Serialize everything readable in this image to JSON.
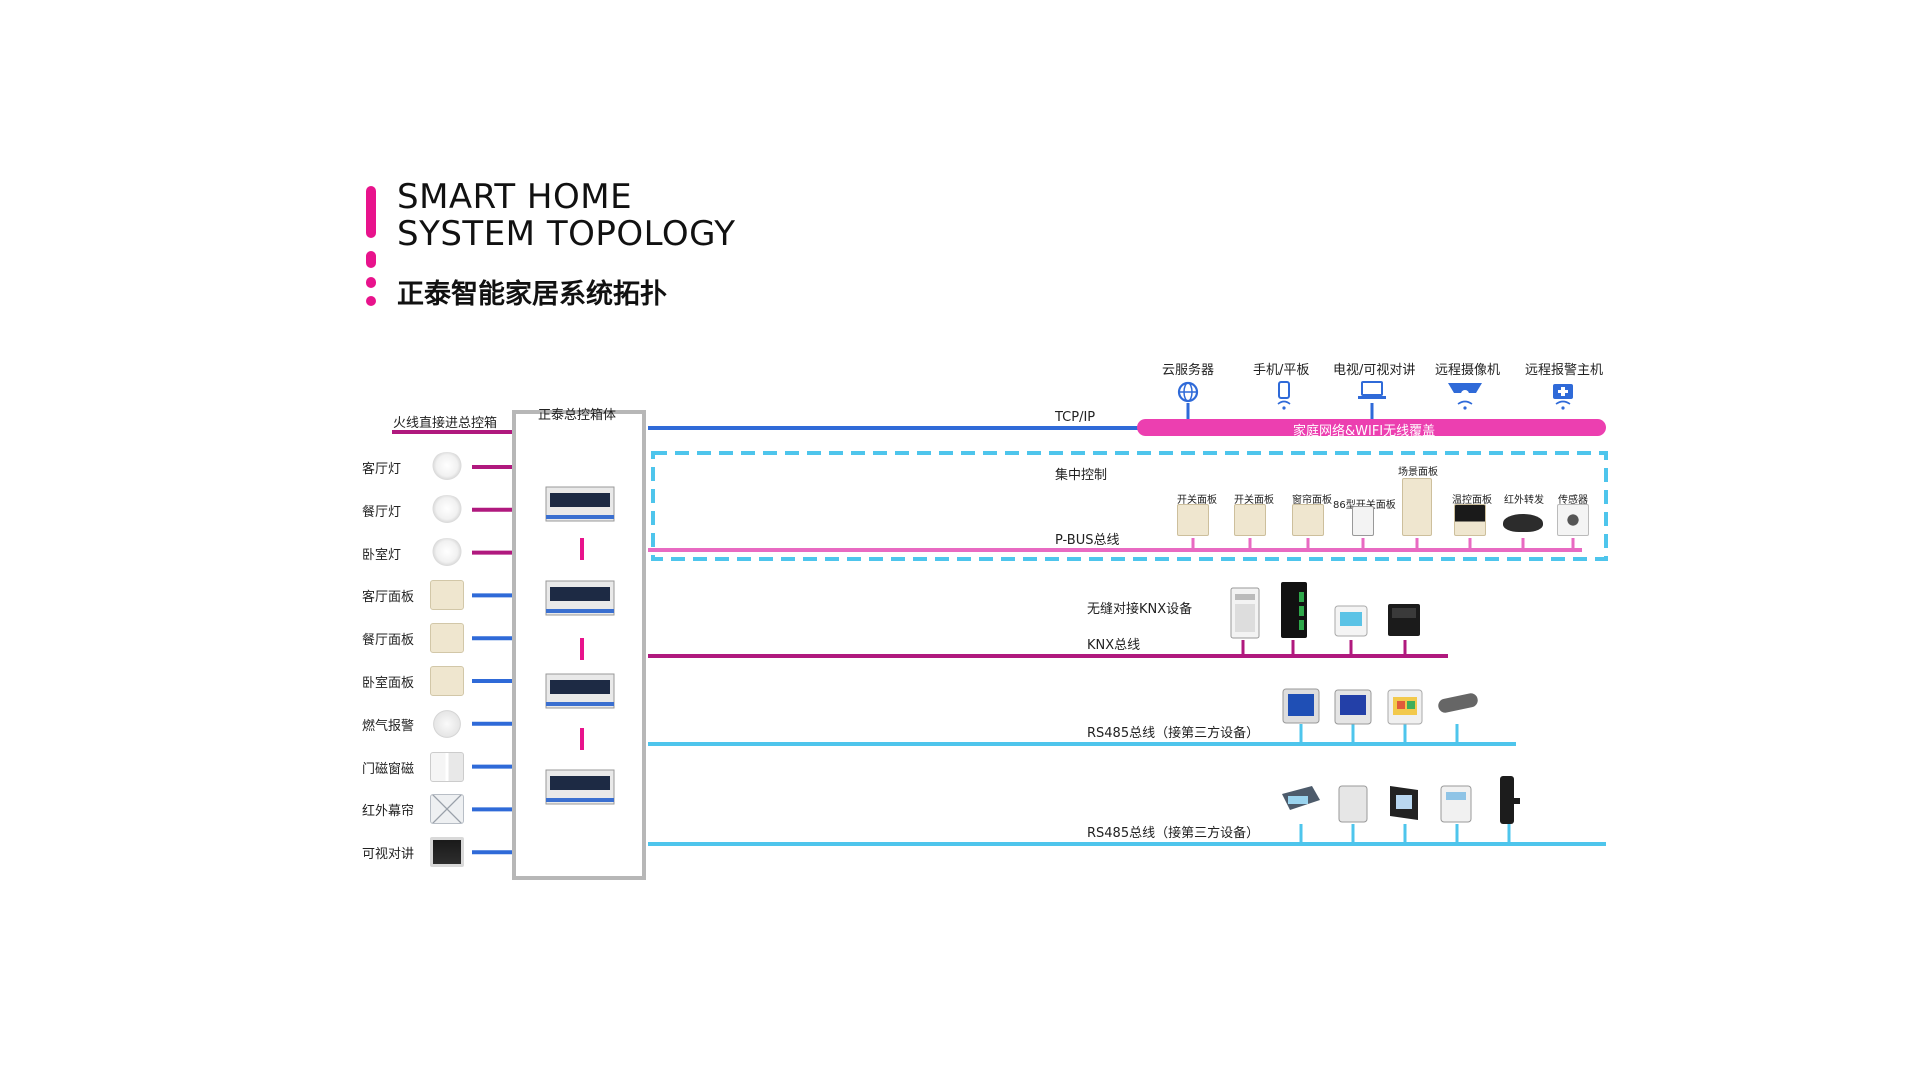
{
  "title": {
    "line1": "SMART HOME",
    "line2": "SYSTEM TOPOLOGY",
    "cn": "正泰智能家居系统拓扑"
  },
  "colors": {
    "magenta": "#b0197e",
    "pink": "#ec3fb0",
    "lightpink": "#e86ac2",
    "blue": "#2f6ad8",
    "cyan": "#4ec5ec",
    "accent": "#e8138c",
    "box": "#b7b7b7"
  },
  "left": {
    "feed_label": "火线直接进总控箱",
    "box_label": "正泰总控箱体",
    "items": [
      {
        "label": "客厅灯",
        "icon": "chandelier-icon"
      },
      {
        "label": "餐厅灯",
        "icon": "pendant-lamp-icon"
      },
      {
        "label": "卧室灯",
        "icon": "ceiling-lamp-icon"
      },
      {
        "label": "客厅面板",
        "icon": "switch-panel-icon"
      },
      {
        "label": "餐厅面板",
        "icon": "switch-panel-icon"
      },
      {
        "label": "卧室面板",
        "icon": "switch-panel-icon"
      },
      {
        "label": "燃气报警",
        "icon": "gas-detector-icon"
      },
      {
        "label": "门磁窗磁",
        "icon": "door-sensor-icon"
      },
      {
        "label": "红外幕帘",
        "icon": "infrared-curtain-icon"
      },
      {
        "label": "可视对讲",
        "icon": "intercom-icon"
      }
    ]
  },
  "network": {
    "tcp_label": "TCP/IP",
    "wifi_label": "家庭网络&WIFI无线覆盖",
    "devices": [
      {
        "label": "云服务器",
        "icon": "cloud-server-icon"
      },
      {
        "label": "手机/平板",
        "icon": "phone-icon"
      },
      {
        "label": "电视/可视对讲",
        "icon": "laptop-icon"
      },
      {
        "label": "远程摄像机",
        "icon": "camera-icon"
      },
      {
        "label": "远程报警主机",
        "icon": "alarm-host-icon"
      }
    ]
  },
  "pbus": {
    "group_label": "集中控制",
    "bus_label": "P-BUS总线",
    "devices": [
      {
        "label": "开关面板",
        "icon": "switch-panel-icon"
      },
      {
        "label": "开关面板",
        "icon": "switch-panel-icon"
      },
      {
        "label": "窗帘面板",
        "icon": "curtain-panel-icon"
      },
      {
        "label": "86型开关面板",
        "icon": "switch-panel-icon"
      },
      {
        "label": "场景面板",
        "icon": "scene-panel-icon"
      },
      {
        "label": "温控面板",
        "icon": "thermostat-icon"
      },
      {
        "label": "红外转发",
        "icon": "ir-blaster-icon"
      },
      {
        "label": "传感器",
        "icon": "sensor-icon"
      }
    ]
  },
  "knx": {
    "device_label": "无缝对接KNX设备",
    "bus_label": "KNX总线"
  },
  "rs485a": {
    "bus_label": "RS485总线（接第三方设备）"
  },
  "rs485b": {
    "bus_label": "RS485总线（接第三方设备）"
  }
}
